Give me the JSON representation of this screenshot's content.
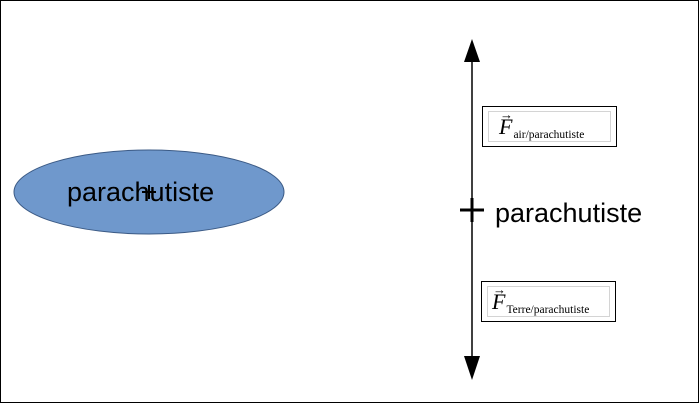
{
  "colors": {
    "ellipse_fill": "#6f98cc",
    "stroke": "#000000",
    "background": "#ffffff"
  },
  "left_object": {
    "label": "parachutiste"
  },
  "force_diagram": {
    "point_label": "parachutiste",
    "force_air": {
      "letter": "F",
      "arrow": "→",
      "subscript": "air/parachutiste"
    },
    "force_earth": {
      "letter": "F",
      "arrow": "→",
      "subscript": "Terre/parachutiste"
    }
  }
}
